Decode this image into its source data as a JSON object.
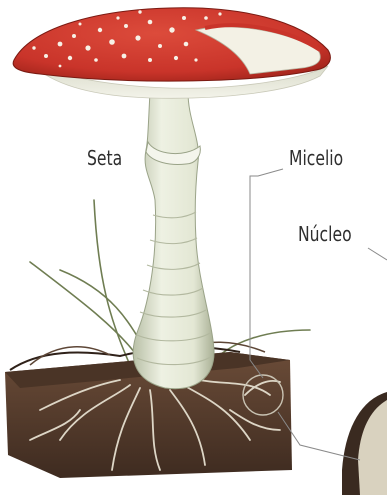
{
  "labels": {
    "seta": "Seta",
    "micelio": "Micelio",
    "nucleo": "Núcleo"
  },
  "colors": {
    "cap_red": "#c9342a",
    "cap_spot": "#f7f1e6",
    "stem": "#e5e9d7",
    "stem_shadow": "#b8bea5",
    "soil": "#5a4030",
    "soil_dark": "#3b2a20",
    "mycelium": "#d9d3c5",
    "leader_line": "#8a8a8a"
  }
}
